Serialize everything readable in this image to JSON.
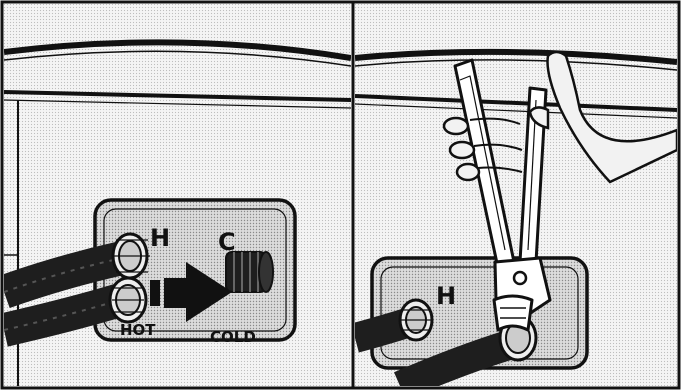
{
  "panels": [
    {
      "labels": {
        "h": "H",
        "c": "C",
        "hot": "HOT",
        "cold": "COLD"
      }
    },
    {
      "labels": {
        "h": "H"
      }
    }
  ],
  "colors": {
    "ink": "#111111",
    "paper": "#ffffff",
    "panel_fill": "#e6e6e6",
    "hose": "#1e1e1e",
    "skin": "#f2f2f2"
  }
}
